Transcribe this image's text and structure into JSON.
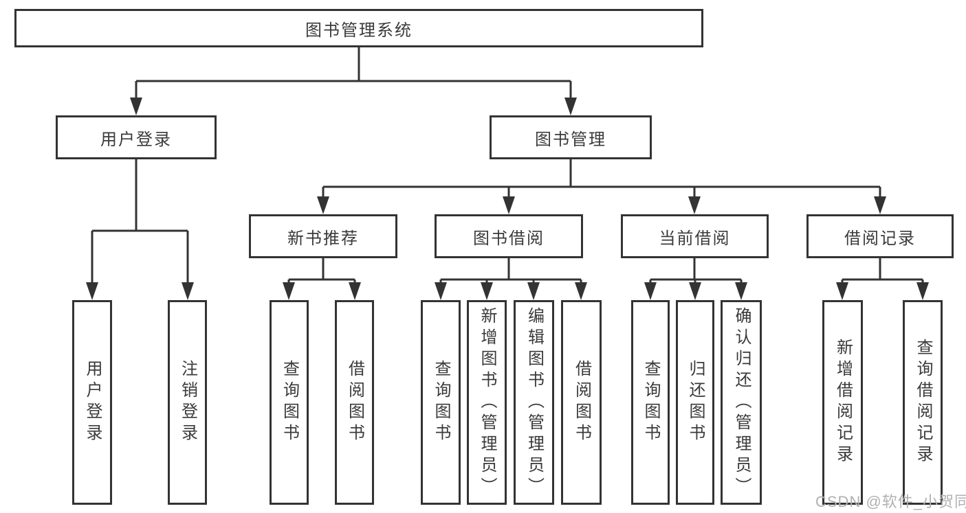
{
  "diagram": {
    "root": {
      "label": "图书管理系统"
    },
    "branches": [
      {
        "label": "用户登录",
        "children": [
          "用户登录",
          "注销登录"
        ]
      },
      {
        "label": "图书管理",
        "sections": [
          {
            "label": "新书推荐",
            "children": [
              "查询图书",
              "借阅图书"
            ]
          },
          {
            "label": "图书借阅",
            "children": [
              "查询图书",
              "新增图书（管理员）",
              "编辑图书（管理员）",
              "借阅图书"
            ]
          },
          {
            "label": "当前借阅",
            "children": [
              "查询图书",
              "归还图书",
              "确认归还（管理员）"
            ]
          },
          {
            "label": "借阅记录",
            "children": [
              "新增借阅记录",
              "查询借阅记录"
            ]
          }
        ]
      }
    ]
  },
  "watermark": "CSDN @软件_小贺同学",
  "colors": {
    "line": "#333333",
    "text": "#3a3a3a",
    "background": "#ffffff",
    "watermark": "#b0b0b0"
  }
}
